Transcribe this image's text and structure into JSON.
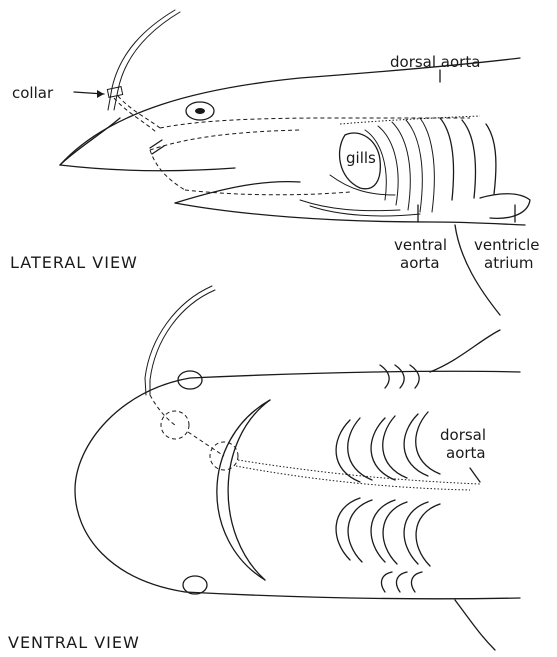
{
  "labels": {
    "collar": "collar",
    "dorsal_aorta_top": "dorsal aorta",
    "gills": "gills",
    "ventral_aorta_line1": "ventral",
    "ventral_aorta_line2": "aorta",
    "ventricle": "ventricle",
    "atrium": "atrium",
    "lateral_view": "LATERAL VIEW",
    "dorsal_aorta_bottom_line1": "dorsal",
    "dorsal_aorta_bottom_line2": "aorta",
    "ventral_view": "VENTRAL VIEW"
  },
  "colors": {
    "ink": "#1a1a1a",
    "background": "#ffffff"
  }
}
